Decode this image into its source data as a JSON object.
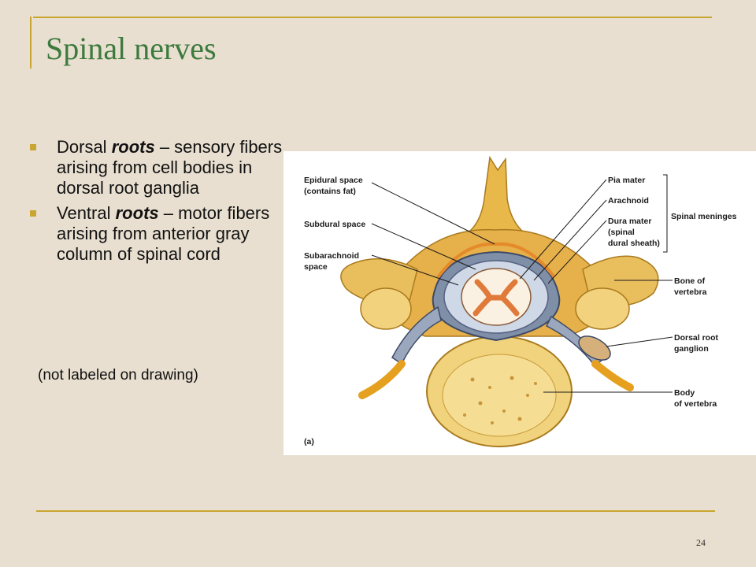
{
  "slide": {
    "title": "Spinal nerves",
    "number": "24"
  },
  "bullets": [
    {
      "term": "Dorsal",
      "emphasis": "roots",
      "text": "– sensory fibers arising from cell bodies in dorsal root ganglia"
    },
    {
      "term": "Ventral",
      "emphasis": "roots",
      "text": "– motor fibers arising from anterior gray column of spinal cord"
    }
  ],
  "note": "(not labeled on drawing)",
  "figure": {
    "labels": {
      "epidural_1": "Epidural space",
      "epidural_2": "(contains fat)",
      "subdural": "Subdural space",
      "subarachnoid_1": "Subarachnoid",
      "subarachnoid_2": "space",
      "pia": "Pia mater",
      "arachnoid": "Arachnoid",
      "dura_1": "Dura mater",
      "dura_2": "(spinal",
      "dura_3": "dural sheath)",
      "meninges": "Spinal meninges",
      "bone_1": "Bone of",
      "bone_2": "vertebra",
      "ganglion_1": "Dorsal root",
      "ganglion_2": "ganglion",
      "body_1": "Body",
      "body_2": "of vertebra",
      "panel": "(a)"
    }
  }
}
